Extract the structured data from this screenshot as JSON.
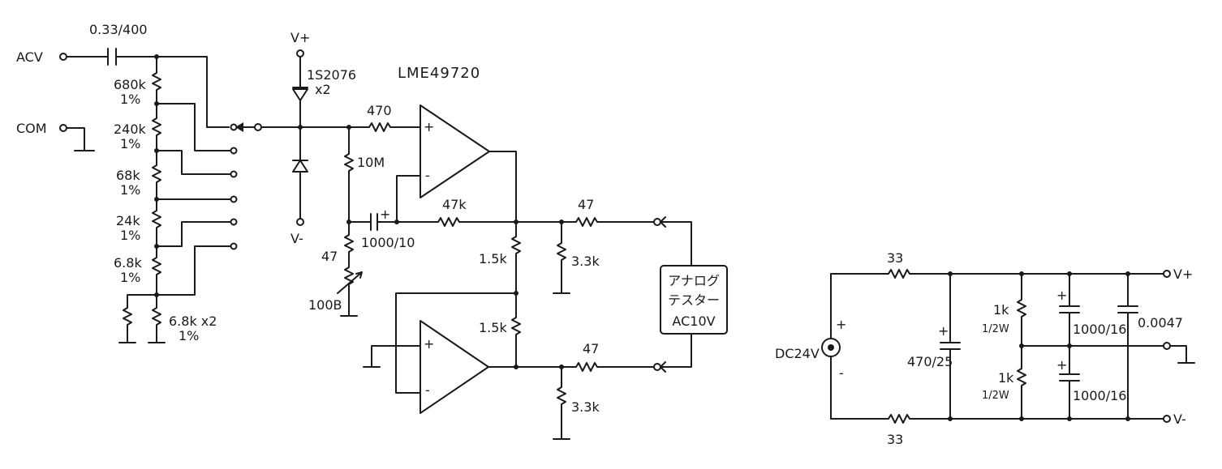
{
  "inputs": {
    "acv": "ACV",
    "com": "COM"
  },
  "input_cap": "0.33/400",
  "divider": [
    {
      "value": "680k",
      "tol": "1%"
    },
    {
      "value": "240k",
      "tol": "1%"
    },
    {
      "value": "68k",
      "tol": "1%"
    },
    {
      "value": "24k",
      "tol": "1%"
    },
    {
      "value": "6.8k",
      "tol": "1%"
    },
    {
      "value": "6.8k x2",
      "tol": "1%"
    }
  ],
  "diodes": {
    "part": "1S2076",
    "qty": "x2"
  },
  "rails": {
    "vplus": "V+",
    "vminus": "V-"
  },
  "opamp": "LME49720",
  "resistors": {
    "r470": "470",
    "r10m": "10M",
    "r47k": "47k",
    "r47a": "47",
    "r47b": "47",
    "r47c": "47",
    "r1k5a": "1.5k",
    "r1k5b": "1.5k",
    "r3k3a": "3.3k",
    "r3k3b": "3.3k"
  },
  "cap_fb": "1000/10",
  "pot": "100B",
  "meter": {
    "line1": "アナログ",
    "line2": "テスター",
    "line3": "AC10V"
  },
  "psu": {
    "source": "DC24V",
    "plus": "+",
    "minus": "-",
    "r_top": "33",
    "r_bot": "33",
    "c_bulk": "470/25",
    "r1k_top": "1k",
    "r1k_top_w": "1/2W",
    "r1k_bot": "1k",
    "r1k_bot_w": "1/2W",
    "c_top": "1000/16",
    "c_bot": "1000/16",
    "c_film": "0.0047",
    "out_plus": "V+",
    "out_minus": "V-"
  },
  "marks": {
    "opa_plus": "+",
    "opa_minus": "-",
    "opb_plus": "+",
    "opb_minus": "-",
    "cap_plus": "+",
    "c1_plus": "+",
    "c2_plus": "+",
    "c3_plus": "+"
  }
}
